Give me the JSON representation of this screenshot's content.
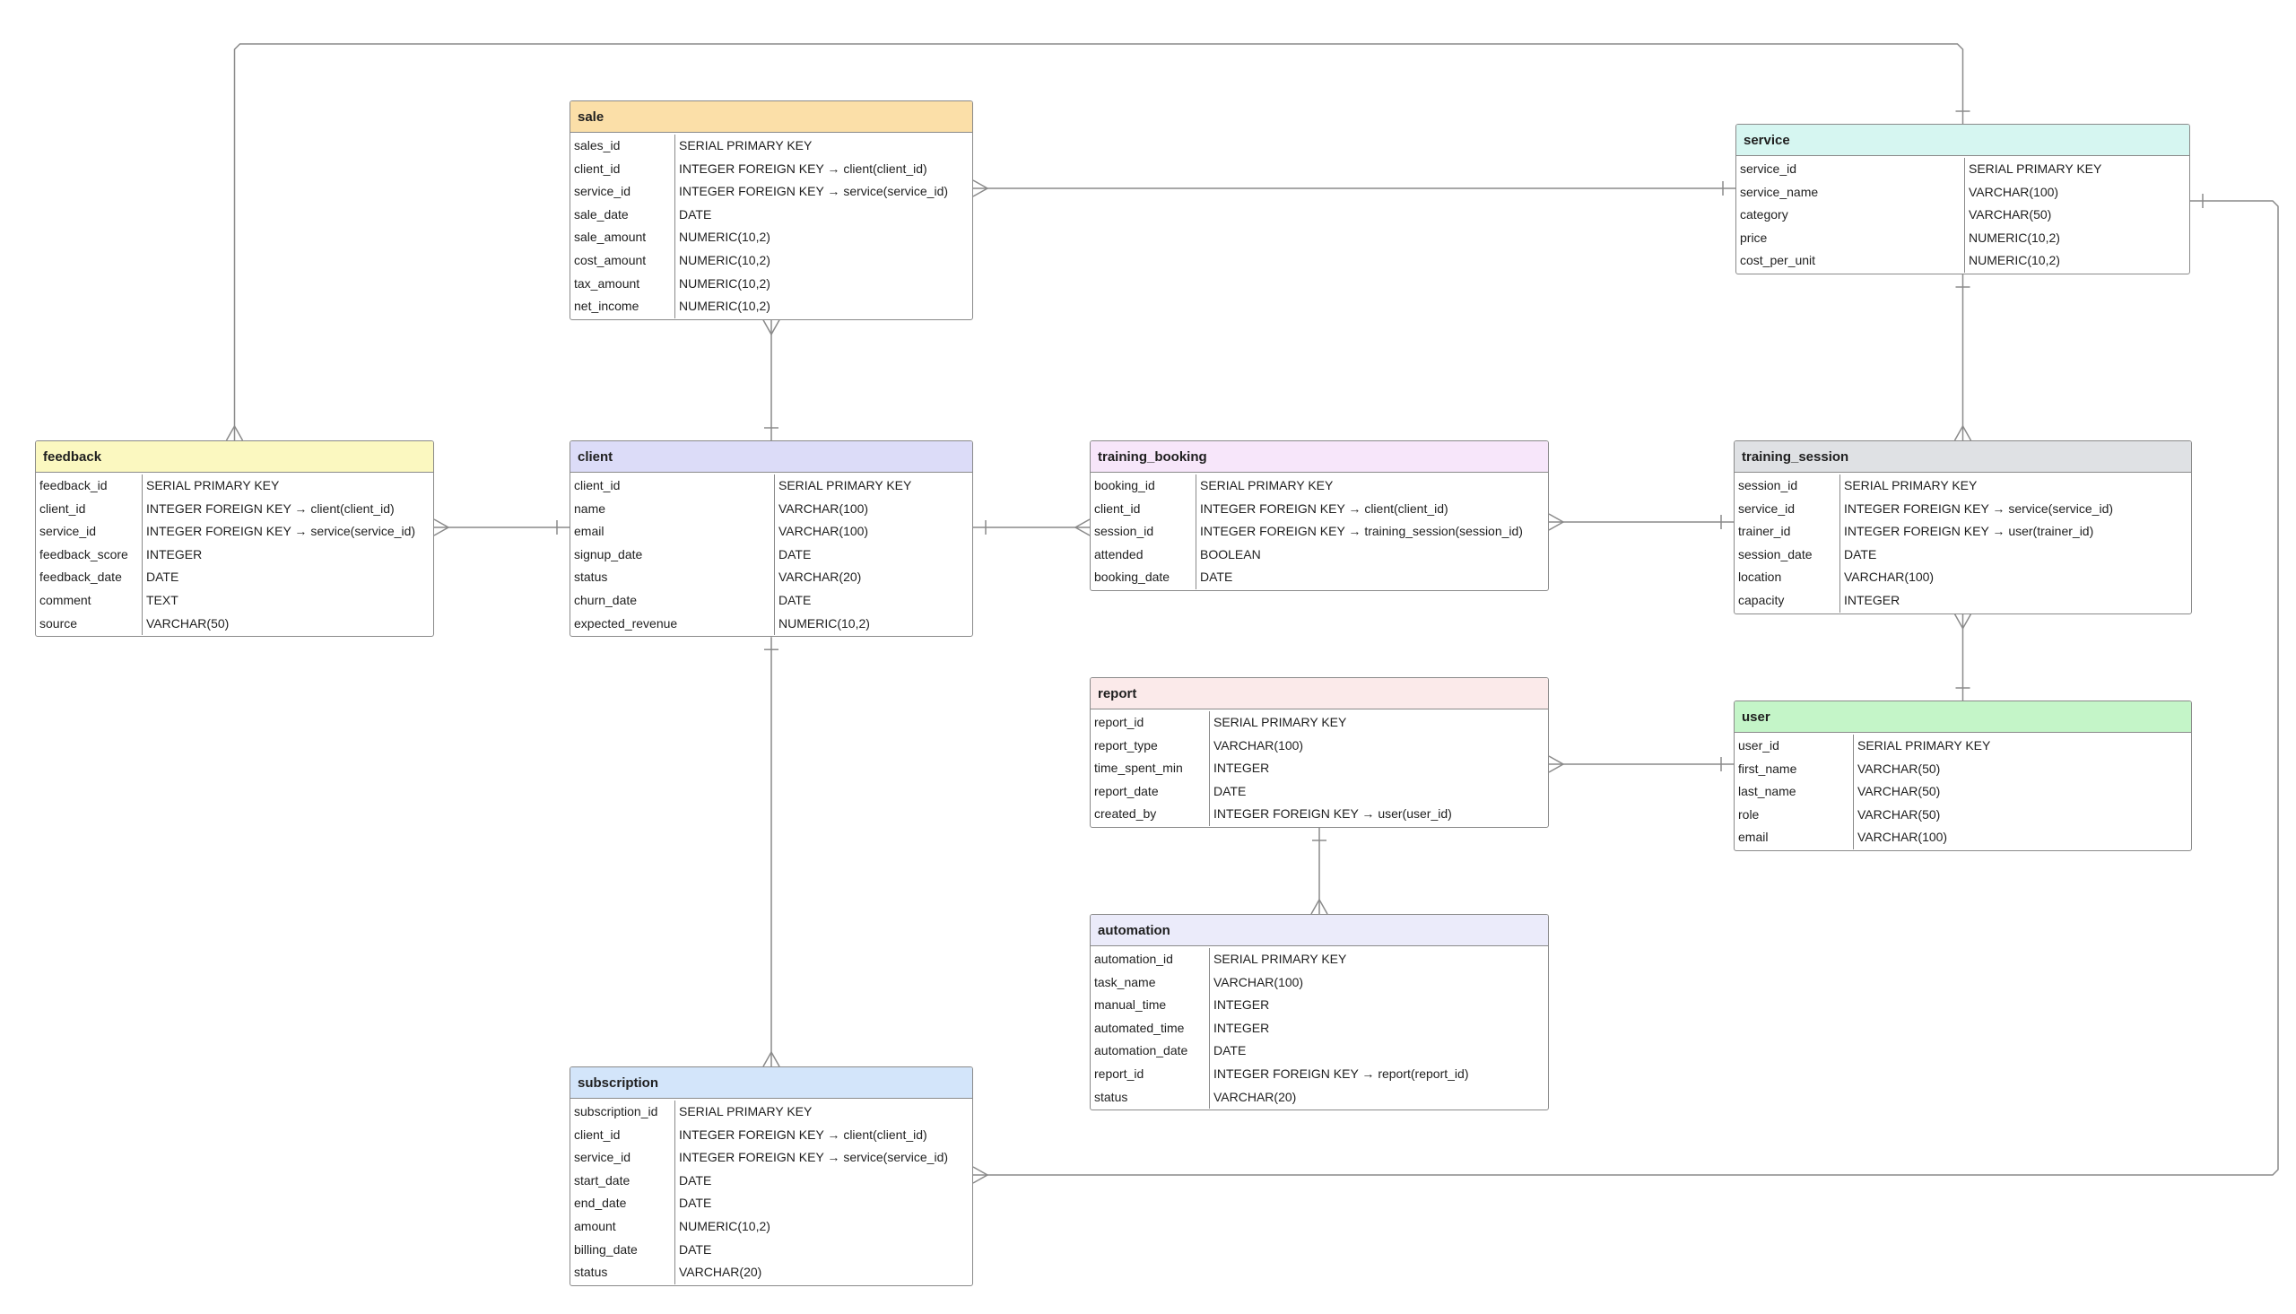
{
  "diagram": {
    "tables": [
      {
        "key": "sale",
        "name": "sale",
        "color": "#fbdfa8",
        "columns": [
          {
            "name": "sales_id",
            "type": "SERIAL PRIMARY KEY"
          },
          {
            "name": "client_id",
            "type": "INTEGER FOREIGN KEY → client(client_id)"
          },
          {
            "name": "service_id",
            "type": "INTEGER FOREIGN KEY → service(service_id)"
          },
          {
            "name": "sale_date",
            "type": "DATE"
          },
          {
            "name": "sale_amount",
            "type": "NUMERIC(10,2)"
          },
          {
            "name": "cost_amount",
            "type": "NUMERIC(10,2)"
          },
          {
            "name": "tax_amount",
            "type": "NUMERIC(10,2)"
          },
          {
            "name": "net_income",
            "type": "NUMERIC(10,2)"
          }
        ]
      },
      {
        "key": "service",
        "name": "service",
        "color": "#d6f6f1",
        "columns": [
          {
            "name": "service_id",
            "type": "SERIAL PRIMARY KEY"
          },
          {
            "name": "service_name",
            "type": "VARCHAR(100)"
          },
          {
            "name": "category",
            "type": "VARCHAR(50)"
          },
          {
            "name": "price",
            "type": "NUMERIC(10,2)"
          },
          {
            "name": "cost_per_unit",
            "type": "NUMERIC(10,2)"
          }
        ]
      },
      {
        "key": "feedback",
        "name": "feedback",
        "color": "#fbf8c0",
        "columns": [
          {
            "name": "feedback_id",
            "type": "SERIAL PRIMARY KEY"
          },
          {
            "name": "client_id",
            "type": "INTEGER FOREIGN KEY → client(client_id)"
          },
          {
            "name": "service_id",
            "type": "INTEGER FOREIGN KEY → service(service_id)"
          },
          {
            "name": "feedback_score",
            "type": "INTEGER"
          },
          {
            "name": "feedback_date",
            "type": "DATE"
          },
          {
            "name": "comment",
            "type": "TEXT"
          },
          {
            "name": "source",
            "type": "VARCHAR(50)"
          }
        ]
      },
      {
        "key": "client",
        "name": "client",
        "color": "#dcdcf8",
        "columns": [
          {
            "name": "client_id",
            "type": "SERIAL PRIMARY KEY"
          },
          {
            "name": "name",
            "type": "VARCHAR(100)"
          },
          {
            "name": "email",
            "type": "VARCHAR(100)"
          },
          {
            "name": "signup_date",
            "type": "DATE"
          },
          {
            "name": "status",
            "type": "VARCHAR(20)"
          },
          {
            "name": "churn_date",
            "type": "DATE"
          },
          {
            "name": "expected_revenue",
            "type": "NUMERIC(10,2)"
          }
        ]
      },
      {
        "key": "training_booking",
        "name": "training_booking",
        "color": "#f7e6fa",
        "columns": [
          {
            "name": "booking_id",
            "type": "SERIAL PRIMARY KEY"
          },
          {
            "name": "client_id",
            "type": "INTEGER FOREIGN KEY → client(client_id)"
          },
          {
            "name": "session_id",
            "type": "INTEGER FOREIGN KEY → training_session(session_id)"
          },
          {
            "name": "attended",
            "type": "BOOLEAN"
          },
          {
            "name": "booking_date",
            "type": "DATE"
          }
        ]
      },
      {
        "key": "training_session",
        "name": "training_session",
        "color": "#dfe1e4",
        "columns": [
          {
            "name": "session_id",
            "type": "SERIAL PRIMARY KEY"
          },
          {
            "name": "service_id",
            "type": "INTEGER FOREIGN KEY → service(service_id)"
          },
          {
            "name": "trainer_id",
            "type": "INTEGER FOREIGN KEY → user(trainer_id)"
          },
          {
            "name": "session_date",
            "type": "DATE"
          },
          {
            "name": "location",
            "type": "VARCHAR(100)"
          },
          {
            "name": "capacity",
            "type": "INTEGER"
          }
        ]
      },
      {
        "key": "report",
        "name": "report",
        "color": "#fbeaea",
        "columns": [
          {
            "name": "report_id",
            "type": "SERIAL PRIMARY KEY"
          },
          {
            "name": "report_type",
            "type": "VARCHAR(100)"
          },
          {
            "name": "time_spent_min",
            "type": "INTEGER"
          },
          {
            "name": "report_date",
            "type": "DATE"
          },
          {
            "name": "created_by",
            "type": "INTEGER FOREIGN KEY → user(user_id)"
          }
        ]
      },
      {
        "key": "user",
        "name": "user",
        "color": "#c4f5c8",
        "columns": [
          {
            "name": "user_id",
            "type": "SERIAL PRIMARY KEY"
          },
          {
            "name": "first_name",
            "type": "VARCHAR(50)"
          },
          {
            "name": "last_name",
            "type": "VARCHAR(50)"
          },
          {
            "name": "role",
            "type": "VARCHAR(50)"
          },
          {
            "name": "email",
            "type": "VARCHAR(100)"
          }
        ]
      },
      {
        "key": "automation",
        "name": "automation",
        "color": "#ebebfa",
        "columns": [
          {
            "name": "automation_id",
            "type": "SERIAL PRIMARY KEY"
          },
          {
            "name": "task_name",
            "type": "VARCHAR(100)"
          },
          {
            "name": "manual_time",
            "type": "INTEGER"
          },
          {
            "name": "automated_time",
            "type": "INTEGER"
          },
          {
            "name": "automation_date",
            "type": "DATE"
          },
          {
            "name": "report_id",
            "type": "INTEGER FOREIGN KEY → report(report_id)"
          },
          {
            "name": "status",
            "type": "VARCHAR(20)"
          }
        ]
      },
      {
        "key": "subscription",
        "name": "subscription",
        "color": "#d3e5fa",
        "columns": [
          {
            "name": "subscription_id",
            "type": "SERIAL PRIMARY KEY"
          },
          {
            "name": "client_id",
            "type": "INTEGER FOREIGN KEY → client(client_id)"
          },
          {
            "name": "service_id",
            "type": "INTEGER FOREIGN KEY → service(service_id)"
          },
          {
            "name": "start_date",
            "type": "DATE"
          },
          {
            "name": "end_date",
            "type": "DATE"
          },
          {
            "name": "amount",
            "type": "NUMERIC(10,2)"
          },
          {
            "name": "billing_date",
            "type": "DATE"
          },
          {
            "name": "status",
            "type": "VARCHAR(20)"
          }
        ]
      }
    ],
    "relationships": [
      {
        "from": "client",
        "to": "sale",
        "cardinality": "one-to-many"
      },
      {
        "from": "service",
        "to": "sale",
        "cardinality": "one-to-many"
      },
      {
        "from": "service",
        "to": "feedback",
        "cardinality": "one-to-many"
      },
      {
        "from": "client",
        "to": "feedback",
        "cardinality": "one-to-many"
      },
      {
        "from": "client",
        "to": "training_booking",
        "cardinality": "one-to-many"
      },
      {
        "from": "training_session",
        "to": "training_booking",
        "cardinality": "one-to-many"
      },
      {
        "from": "service",
        "to": "training_session",
        "cardinality": "one-to-many"
      },
      {
        "from": "user",
        "to": "training_session",
        "cardinality": "one-to-many"
      },
      {
        "from": "user",
        "to": "report",
        "cardinality": "one-to-many"
      },
      {
        "from": "report",
        "to": "automation",
        "cardinality": "one-to-many"
      },
      {
        "from": "client",
        "to": "subscription",
        "cardinality": "one-to-many"
      },
      {
        "from": "service",
        "to": "subscription",
        "cardinality": "one-to-many"
      }
    ],
    "line_color": "#8a8a8a"
  }
}
